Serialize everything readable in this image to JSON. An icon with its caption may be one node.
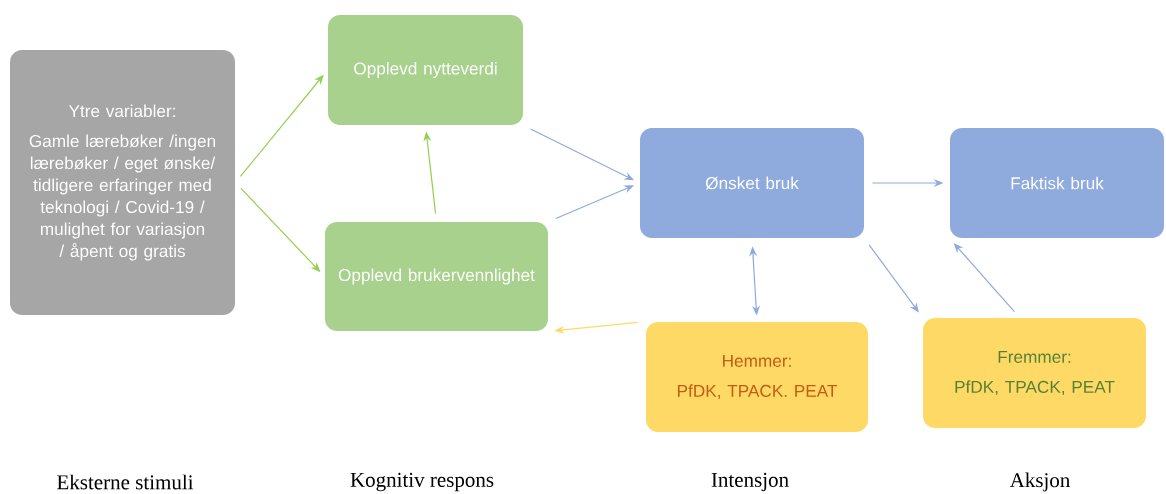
{
  "diagram": {
    "nodes": [
      {
        "text": [
          "Ytre variabler:",
          "Gamle lærebøker /ingen lærebøker / eget ønske/ tidligere erfaringer med teknologi / Covid-19 / mulighet for variasjon / åpent og gratis"
        ]
      },
      {
        "text": [
          "Opplevd nytteverdi"
        ]
      },
      {
        "text": [
          "Opplevd brukervennlighet"
        ]
      },
      {
        "text": [
          "Ønsket bruk"
        ]
      },
      {
        "text": [
          "Faktisk bruk"
        ]
      },
      {
        "text": [
          "Hemmer:",
          "PfDK, TPACK. PEAT"
        ]
      },
      {
        "text": [
          "Fremmer:",
          "PfDK, TPACK, PEAT"
        ]
      }
    ],
    "edges": [
      {
        "from": 0,
        "to": 1,
        "arrow": "to",
        "color": "#92d050"
      },
      {
        "from": 0,
        "to": 2,
        "arrow": "to",
        "color": "#92d050"
      },
      {
        "from": 2,
        "to": 1,
        "arrow": "to",
        "color": "#92d050"
      },
      {
        "from": 1,
        "to": 3,
        "arrow": "to"
      },
      {
        "from": 2,
        "to": 3,
        "arrow": "to"
      },
      {
        "from": 3,
        "to": 4,
        "arrow": "to"
      },
      {
        "from": 3,
        "to": 5,
        "arrow": "both"
      },
      {
        "from": 5,
        "to": 2,
        "arrow": "to",
        "color": "#ffd966"
      },
      {
        "from": 3,
        "to": 6,
        "arrow": "to"
      },
      {
        "from": 6,
        "to": 4,
        "arrow": "to"
      }
    ],
    "labels": [
      "Eksterne stimuli",
      "Kognitiv respons",
      "Intensjon",
      "Aksjon"
    ]
  }
}
